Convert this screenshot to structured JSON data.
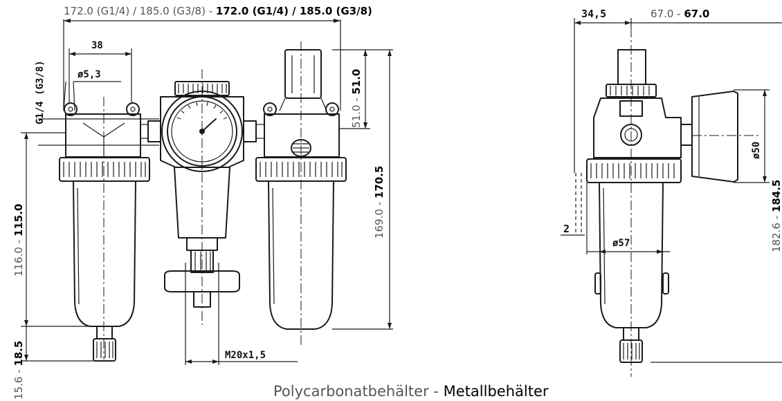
{
  "dimensions": {
    "top_width_poly": "172.0 (G1/4) / 185.0 (G3/8)",
    "top_width_sep": " - ",
    "top_width_metal": "172.0 (G1/4) / 185.0 (G3/8)",
    "port_spacing": "38",
    "hole_diameter": "ø5,3",
    "thread_size": "G1/4 (G3/8)",
    "upper_height_poly": "51.0",
    "upper_height_metal": "51.0",
    "total_height_poly": "169.0",
    "total_height_metal": "170.5",
    "body_height_poly": "116.0",
    "body_height_metal": "115.0",
    "drain_height_poly": "15.6",
    "drain_height_metal": "18.5",
    "mount_thread": "M20x1,5",
    "side_offset": "34,5",
    "depth_poly": "67.0",
    "depth_metal": "67.0",
    "gauge_diameter": "ø50",
    "bowl_diameter": "ø57",
    "wall_thickness": "2",
    "side_height_poly": "182.6",
    "side_height_metal": "184.5",
    "dash": " - "
  },
  "caption": {
    "poly": "Polycarbonatbehälter",
    "sep": " - ",
    "metal": "Metallbehälter"
  }
}
